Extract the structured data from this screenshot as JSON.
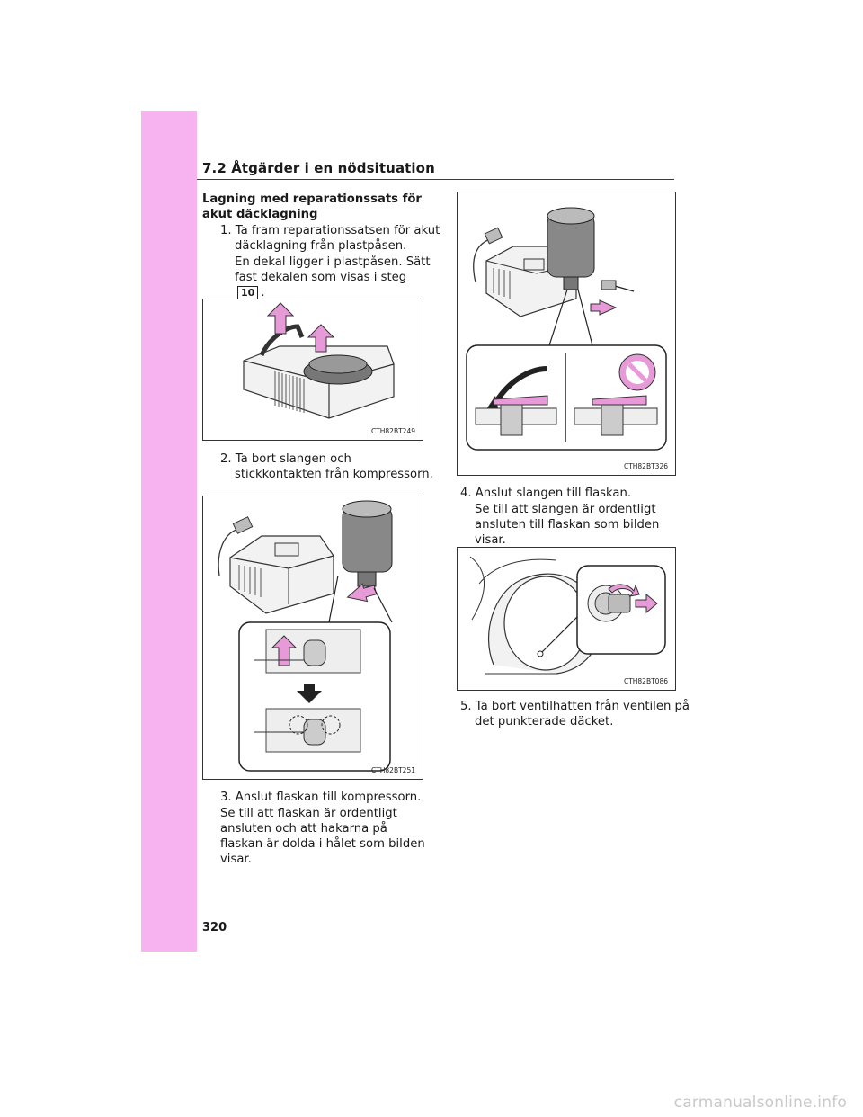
{
  "page": {
    "section_title": "7.2 Åtgärder i en nödsituation",
    "page_number": "320",
    "watermark": "carmanualsonline.info",
    "sidebar_color": "#f7b3f0"
  },
  "content": {
    "heading": "Lagning med reparationssats för akut däcklagning",
    "steps": [
      {
        "text": "1. Ta fram reparationssatsen för akut däcklagning från plastpåsen.",
        "note_before": "En dekal ligger i plastpåsen. Sätt fast dekalen som visas i steg",
        "note_ref": "10",
        "note_after": "."
      },
      {
        "text": "2. Ta bort slangen och stickkontakten från kompressorn."
      },
      {
        "text": "3. Anslut flaskan till kompressorn.",
        "note": "Se till att flaskan är ordentligt ansluten och att hakarna på flaskan är dolda i hålet som bilden visar."
      },
      {
        "text": "4. Anslut slangen till flaskan.",
        "note": "Se till att slangen är ordentligt ansluten till flaskan som bilden visar."
      },
      {
        "text": "5. Ta bort ventilhatten från ventilen på det punkterade däcket."
      }
    ]
  },
  "figures": [
    {
      "code": "CTH82BT249",
      "icon": "compressor-kit-illustration"
    },
    {
      "code": "CTH82BT251",
      "icon": "bottle-to-compressor-illustration"
    },
    {
      "code": "CTH82BT326",
      "icon": "hose-to-bottle-illustration"
    },
    {
      "code": "CTH82BT086",
      "icon": "valve-cap-removal-illustration"
    }
  ]
}
